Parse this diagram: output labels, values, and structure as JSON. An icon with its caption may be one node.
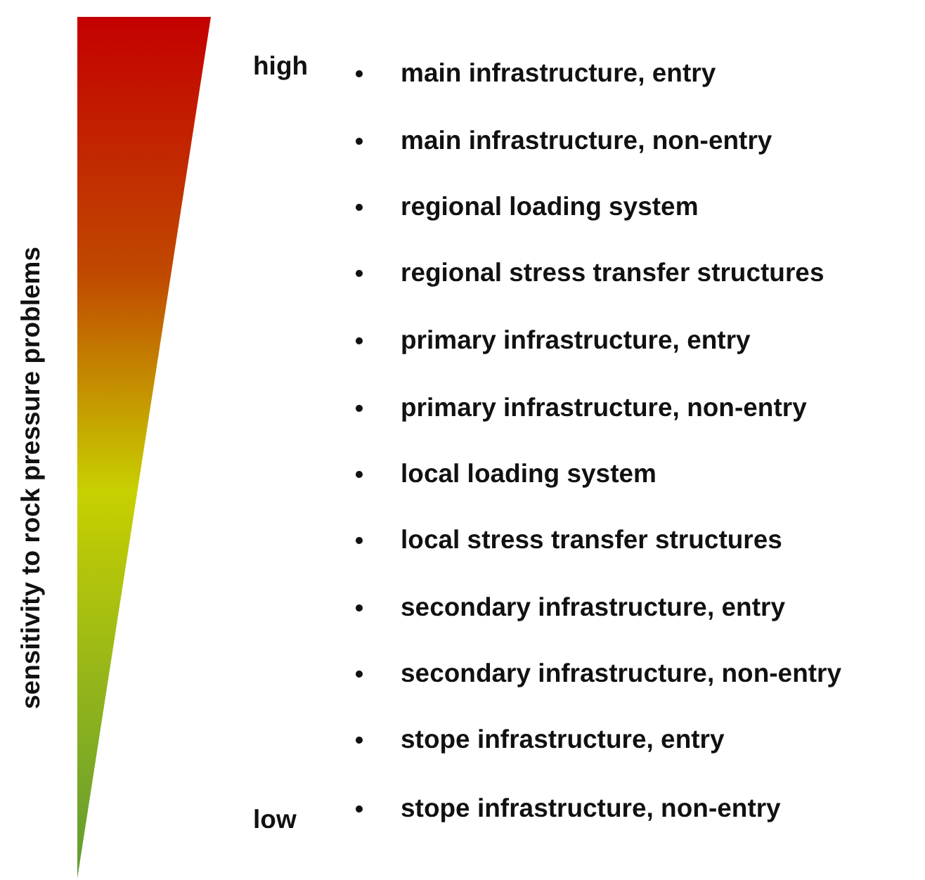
{
  "diagram": {
    "labels": [
      "sensitivity to rock pressure problems",
      "high",
      "main infrastructure, entry",
      "main infrastructure, non-entry",
      "regional loading system",
      "regional stress transfer structures",
      "primary infrastructure, entry",
      "primary infrastructure, non-entry",
      "local loading system",
      "local stress transfer structures",
      "secondary infrastructure, entry",
      "secondary infrastructure, non-entry",
      "stope infrastructure, entry",
      "low",
      "stope infrastructure, non-entry"
    ]
  }
}
